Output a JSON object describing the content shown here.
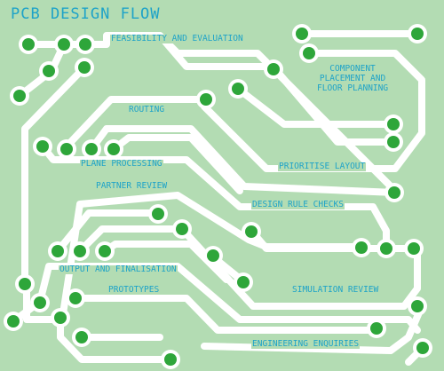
{
  "diagram": {
    "title": "PCB DESIGN FLOW",
    "stages": [
      "FEASIBILITY AND EVALUATION",
      "COMPONENT\nPLACEMENT AND\nFLOOR PLANNING",
      "ROUTING",
      "PLANE PROCESSING",
      "PRIORITISE LAYOUT",
      "PARTNER REVIEW",
      "DESIGN RULE CHECKS",
      "OUTPUT AND FINALISATION",
      "SIMULATION REVIEW",
      "PROTOTYPES",
      "ENGINEERING ENQUIRIES"
    ]
  },
  "colors": {
    "background": "#b3dcb3",
    "trace": "#ffffff",
    "pad": "#2ea63a",
    "text": "#1ea3c8"
  }
}
